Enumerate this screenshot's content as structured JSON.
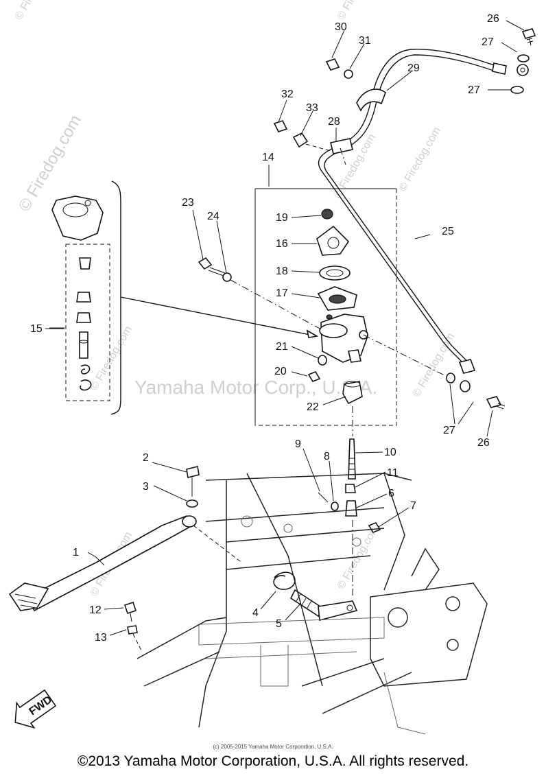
{
  "watermark": {
    "site": "© Firedog.com",
    "company": "Yamaha Motor Corp., U.S.A."
  },
  "callouts": [
    "1",
    "2",
    "3",
    "4",
    "5",
    "6",
    "7",
    "8",
    "9",
    "10",
    "11",
    "12",
    "13",
    "14",
    "15",
    "16",
    "17",
    "18",
    "19",
    "20",
    "21",
    "22",
    "23",
    "24",
    "25",
    "26",
    "27",
    "28",
    "29",
    "30",
    "31",
    "32",
    "33"
  ],
  "fwd_label": "FWD",
  "footer": {
    "small_copyright": "(c) 2005-2015 Yamaha Motor Corporation, U.S.A.",
    "main_copyright": "©2013 Yamaha Motor Corporation, U.S.A. All rights reserved."
  }
}
